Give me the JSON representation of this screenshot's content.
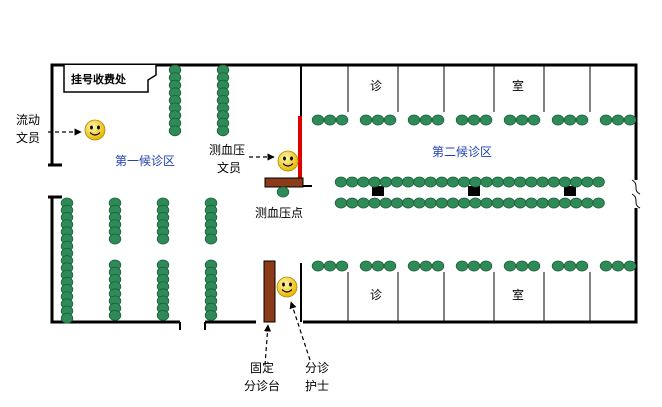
{
  "labels": {
    "registration": "挂号收费处",
    "mobile_clerk": [
      "流动",
      "文员"
    ],
    "waiting_area_1": "第一候诊区",
    "waiting_area_2": "第二候诊区",
    "bp_clerk": [
      "测血压",
      "文员"
    ],
    "bp_point": "测血压点",
    "room_top_1": "诊",
    "room_top_2": "室",
    "room_bottom_1": "诊",
    "room_bottom_2": "室",
    "fixed_desk": [
      "固定",
      "分诊台"
    ],
    "triage_nurse": [
      "分诊",
      "护士"
    ]
  },
  "colors": {
    "wall": "#000000",
    "seat": "#2e8b57",
    "bp_wall": "#e00000",
    "desk": "#8b3a1a",
    "smiley": "#f5d742",
    "area_text": "#1f3fb5"
  },
  "icons": {
    "person": "smiley-face-icon",
    "seat": "chair-icon",
    "arrow": "dashed-arrow-icon"
  }
}
